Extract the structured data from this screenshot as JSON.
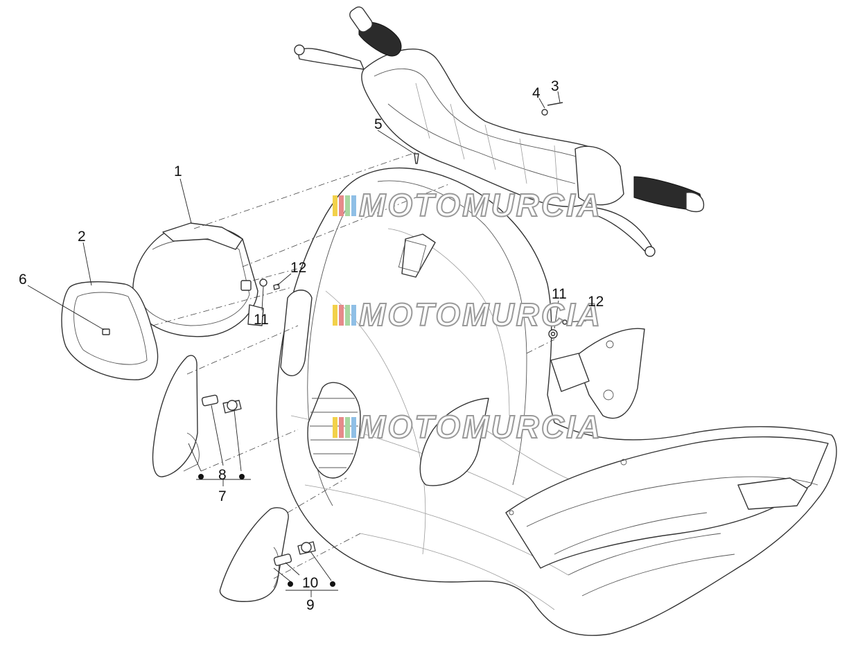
{
  "watermark": {
    "text": "MOTOMURCIA",
    "colors": [
      "#f2d14a",
      "#e68a8a",
      "#a8d8a0",
      "#8fbfe6"
    ]
  },
  "labels": {
    "l1": "1",
    "l2": "2",
    "l3": "3",
    "l4": "4",
    "l5": "5",
    "l6": "6",
    "l7": "7",
    "l8": "8",
    "l9": "9",
    "l10": "10",
    "l11a": "11",
    "l11b": "11",
    "l12a": "12",
    "l12b": "12"
  }
}
